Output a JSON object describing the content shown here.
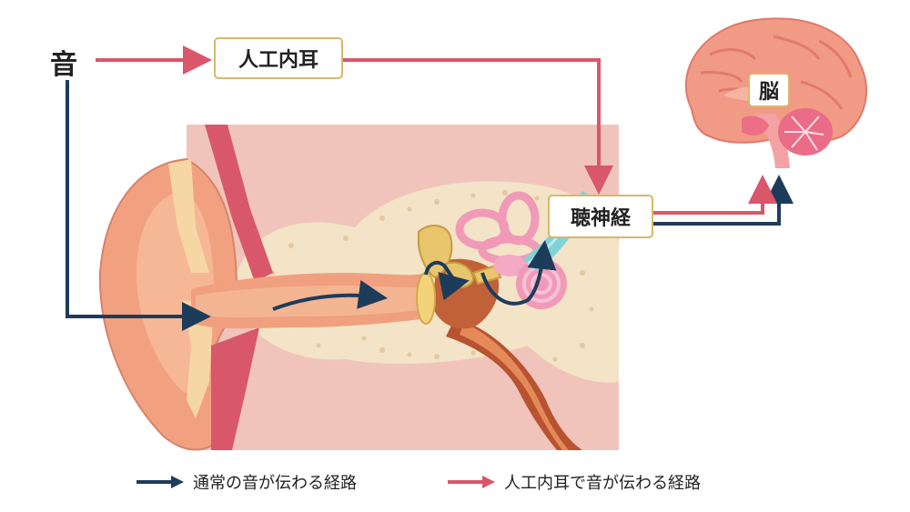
{
  "nodes": {
    "source": "音",
    "implant": "人工内耳",
    "nerve": "聴神経",
    "brain": "脳"
  },
  "legend": {
    "normal": "通常の音が伝わる経路",
    "implant": "人工内耳で音が伝わる経路"
  },
  "colors": {
    "normal_path": "#1d3c5b",
    "implant_path": "#d9566b",
    "label_border": "#d9b76a"
  }
}
